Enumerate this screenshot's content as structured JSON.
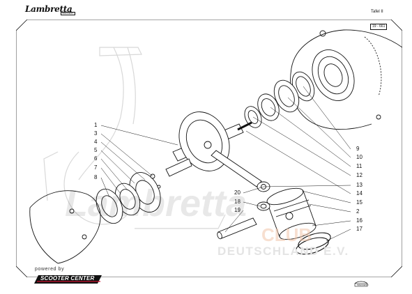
{
  "header": {
    "brand": "Lambretta",
    "brand_sub": "INNOCENTI",
    "plate": "Tafel II",
    "code": "19 - 661"
  },
  "callouts_left": [
    "1",
    "3",
    "4",
    "5",
    "6",
    "7",
    "8"
  ],
  "callouts_right": [
    "9",
    "10",
    "11",
    "12",
    "13",
    "14",
    "15",
    "2",
    "16",
    "17"
  ],
  "callouts_center": [
    "20",
    "18",
    "19"
  ],
  "watermark": {
    "word": "Lambretta",
    "club": "CLUB",
    "sub": "DEUTSCHLAND E.V."
  },
  "footer": {
    "powered_by": "powered by",
    "sponsor": "SCOOTER CENTER",
    "corner_mark": "INNOCENTI"
  },
  "colors": {
    "ink": "#111111",
    "watermark_gray": "#e4e4e4",
    "watermark_club": "#f6d9c9",
    "sponsor_red": "#c8102e"
  },
  "icons": [
    "exploded-engine-diagram",
    "scooter-silhouette",
    "lambretta-logo",
    "scooter-center-badge"
  ]
}
